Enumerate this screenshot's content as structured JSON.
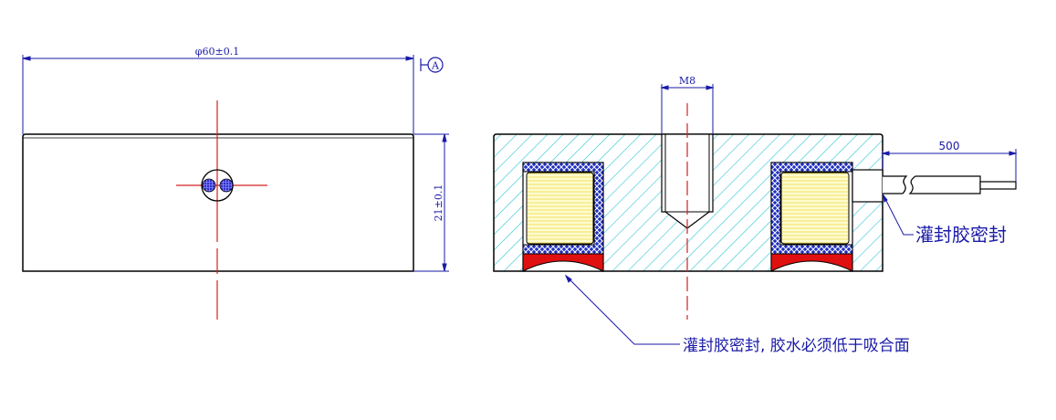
{
  "front_view": {
    "diameter_dim": "φ60±0.1",
    "datum_label": "A",
    "height_dim": "21±0.1"
  },
  "section_view": {
    "thread_dim": "M8",
    "cable_length_dim": "500",
    "cable_seal_note": "灌封胶密封",
    "bottom_seal_note": "灌封胶密封, 胶水必须低于吸合面"
  },
  "colors": {
    "outline": "#000000",
    "dimension": "#1a1aa8",
    "centerline": "#d42020",
    "hatch": "#3cc8d8",
    "coil": "#fff8b0",
    "potting": "#e01010"
  }
}
